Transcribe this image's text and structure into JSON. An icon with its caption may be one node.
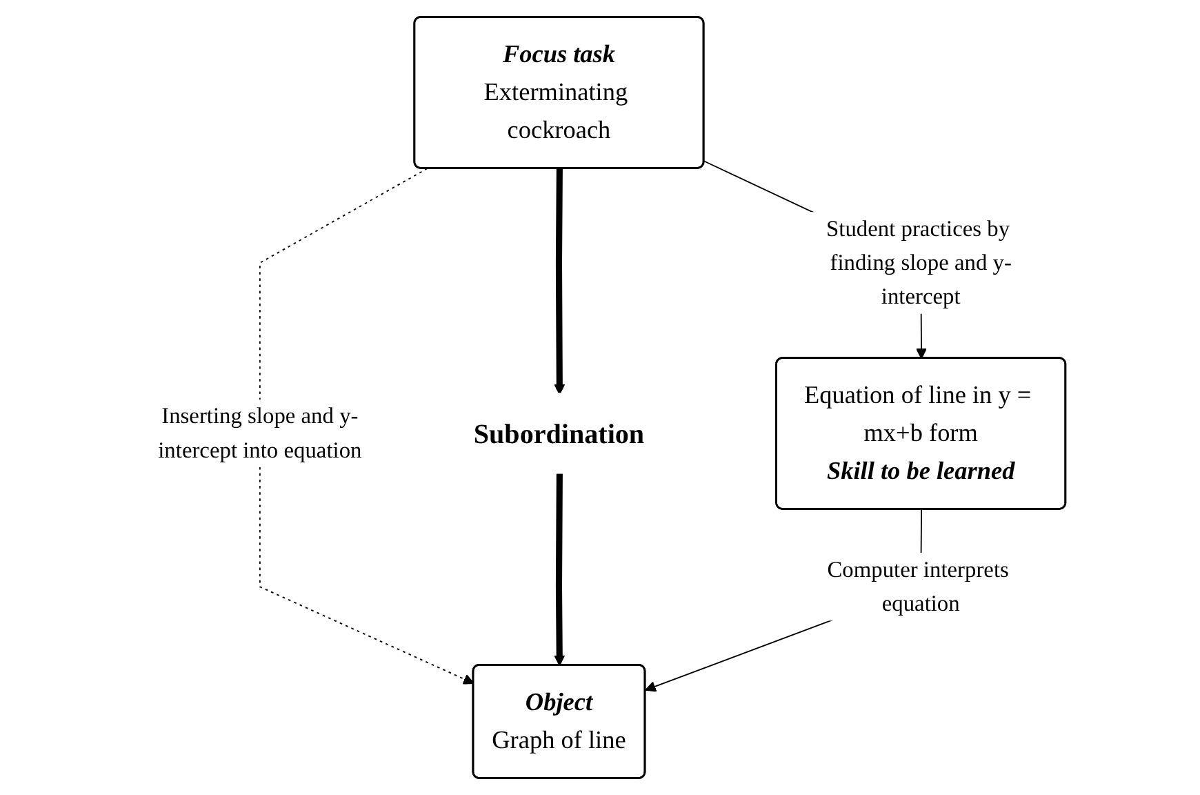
{
  "diagram": {
    "nodes": [
      {
        "text": [
          "Focus task",
          "Exterminating cockroach"
        ]
      },
      {
        "text": [
          "Object",
          "Graph of line"
        ]
      },
      {
        "text": [
          "Subordination"
        ]
      },
      {
        "text": [
          "Equation of line in y = mx+b form",
          "Skill to be learned"
        ]
      }
    ],
    "edges": [
      {
        "from": 0,
        "to": 1,
        "arrow": "to",
        "label": "Inserting slope and y-intercept into equation",
        "style": "dashed"
      },
      {
        "from": 0,
        "to": 2,
        "arrow": "to",
        "style": "thick"
      },
      {
        "from": 2,
        "to": 1,
        "arrow": "to",
        "style": "thick"
      },
      {
        "from": 0,
        "to": 3,
        "arrow": "to",
        "label": "Student practices by finding slope and y-intercept"
      },
      {
        "from": 3,
        "to": 1,
        "arrow": "to",
        "label": "Computer interprets equation"
      }
    ]
  }
}
